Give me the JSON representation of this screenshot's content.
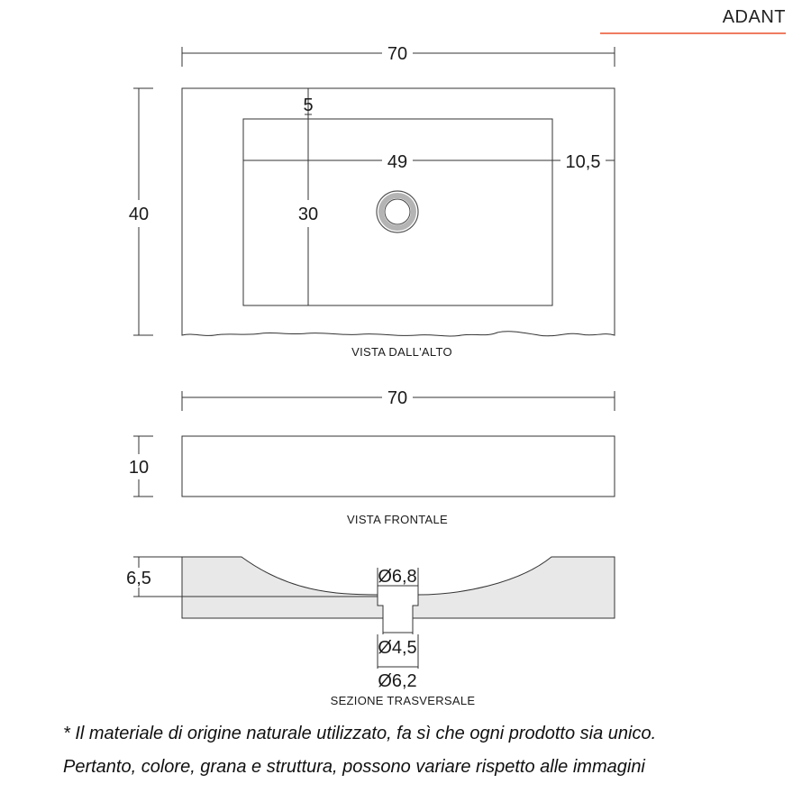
{
  "brand": {
    "name": "ADANT",
    "accent_color": "#f07c62"
  },
  "top_view": {
    "caption": "VISTA DALL'ALTO",
    "width": "70",
    "depth": "40",
    "basin_offset_top": "5",
    "basin_width": "49",
    "basin_depth": "30",
    "side_margin": "10,5"
  },
  "front_view": {
    "caption": "VISTA FRONTALE",
    "width": "70",
    "height": "10"
  },
  "section_view": {
    "caption": "SEZIONE TRASVERSALE",
    "basin_depth": "6,5",
    "drain_top_diameter": "Ø6,8",
    "drain_hole_diameter": "Ø4,5",
    "drain_outer_diameter": "Ø6,2",
    "fill_color": "#e8e8e8"
  },
  "notes": {
    "line1": "* Il materiale di origine naturale utilizzato, fa sì che ogni prodotto sia unico.",
    "line2": "Pertanto, colore, grana e struttura, possono variare rispetto alle immagini"
  }
}
